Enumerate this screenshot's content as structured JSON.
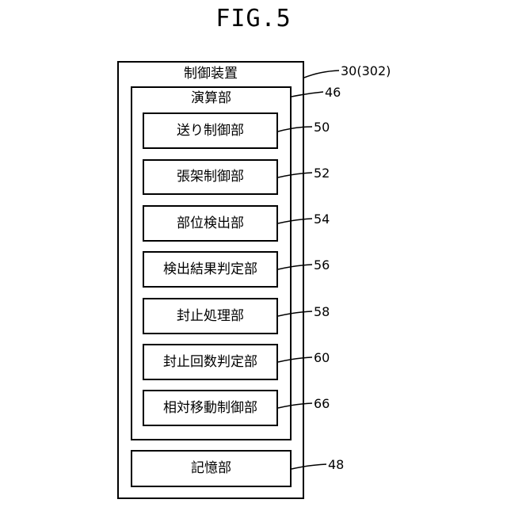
{
  "figure": {
    "title": "FIG.5"
  },
  "control_device": {
    "label": "制御装置",
    "ref": "30(302)"
  },
  "computation_unit": {
    "label": "演算部",
    "ref": "46"
  },
  "modules": [
    {
      "label": "送り制御部",
      "ref": "50"
    },
    {
      "label": "張架制御部",
      "ref": "52"
    },
    {
      "label": "部位検出部",
      "ref": "54"
    },
    {
      "label": "検出結果判定部",
      "ref": "56"
    },
    {
      "label": "封止処理部",
      "ref": "58"
    },
    {
      "label": "封止回数判定部",
      "ref": "60"
    },
    {
      "label": "相対移動制御部",
      "ref": "66"
    }
  ],
  "storage_unit": {
    "label": "記憶部",
    "ref": "48"
  }
}
